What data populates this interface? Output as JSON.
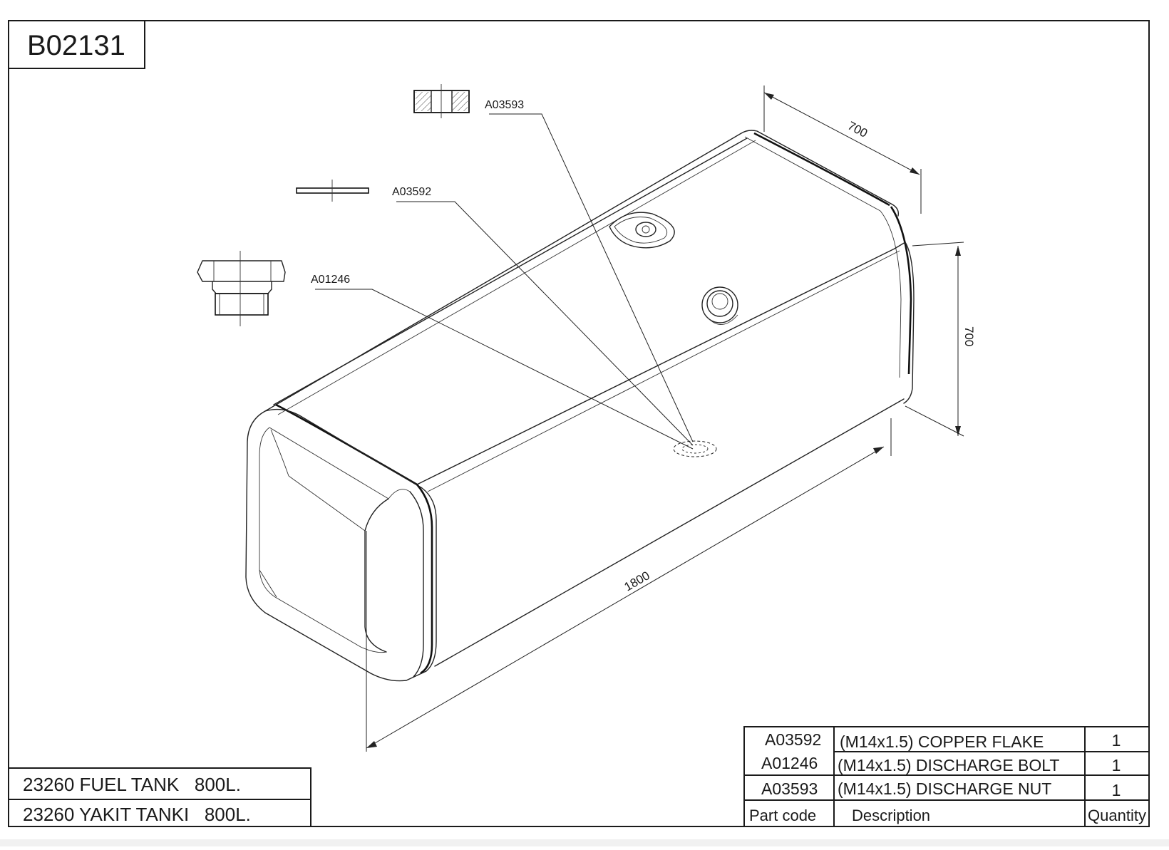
{
  "drawing": {
    "code": "B02131",
    "dimensions": {
      "width": "700",
      "height": "700",
      "length": "1800"
    },
    "callouts": {
      "nut": "A03593",
      "washer": "A03592",
      "bolt": "A01246"
    }
  },
  "title_block": {
    "line1": "23260 FUEL TANK   800L.",
    "line2": "23260 YAKIT TANKI   800L."
  },
  "parts_table": {
    "headers": {
      "code": "Part code",
      "description": "Description",
      "quantity": "Quantity"
    },
    "rows": [
      {
        "code": "A03592",
        "description": "(M14x1.5) COPPER FLAKE",
        "quantity": "1"
      },
      {
        "code": "A01246",
        "description": "(M14x1.5) DISCHARGE BOLT",
        "quantity": "1"
      },
      {
        "code": "A03593",
        "description": "(M14x1.5) DISCHARGE NUT",
        "quantity": "1"
      }
    ]
  }
}
